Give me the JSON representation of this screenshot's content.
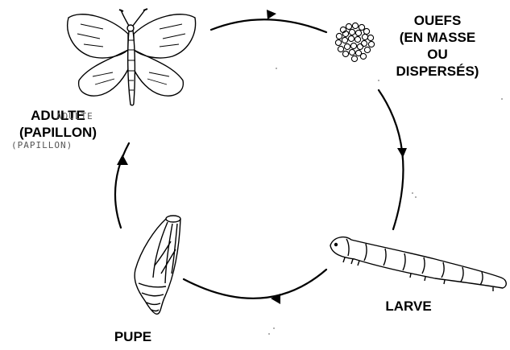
{
  "labels": {
    "eggs": [
      "OUEFS",
      "(EN MASSE",
      "OU",
      "DISPERSÉS)"
    ],
    "larva": "LARVE",
    "pupa": "PUPE",
    "adult": [
      "ADULTE",
      "(PAPILLON)"
    ]
  },
  "handwritten_adult": [
    "ADULTE",
    "(PAPILLON)"
  ]
}
